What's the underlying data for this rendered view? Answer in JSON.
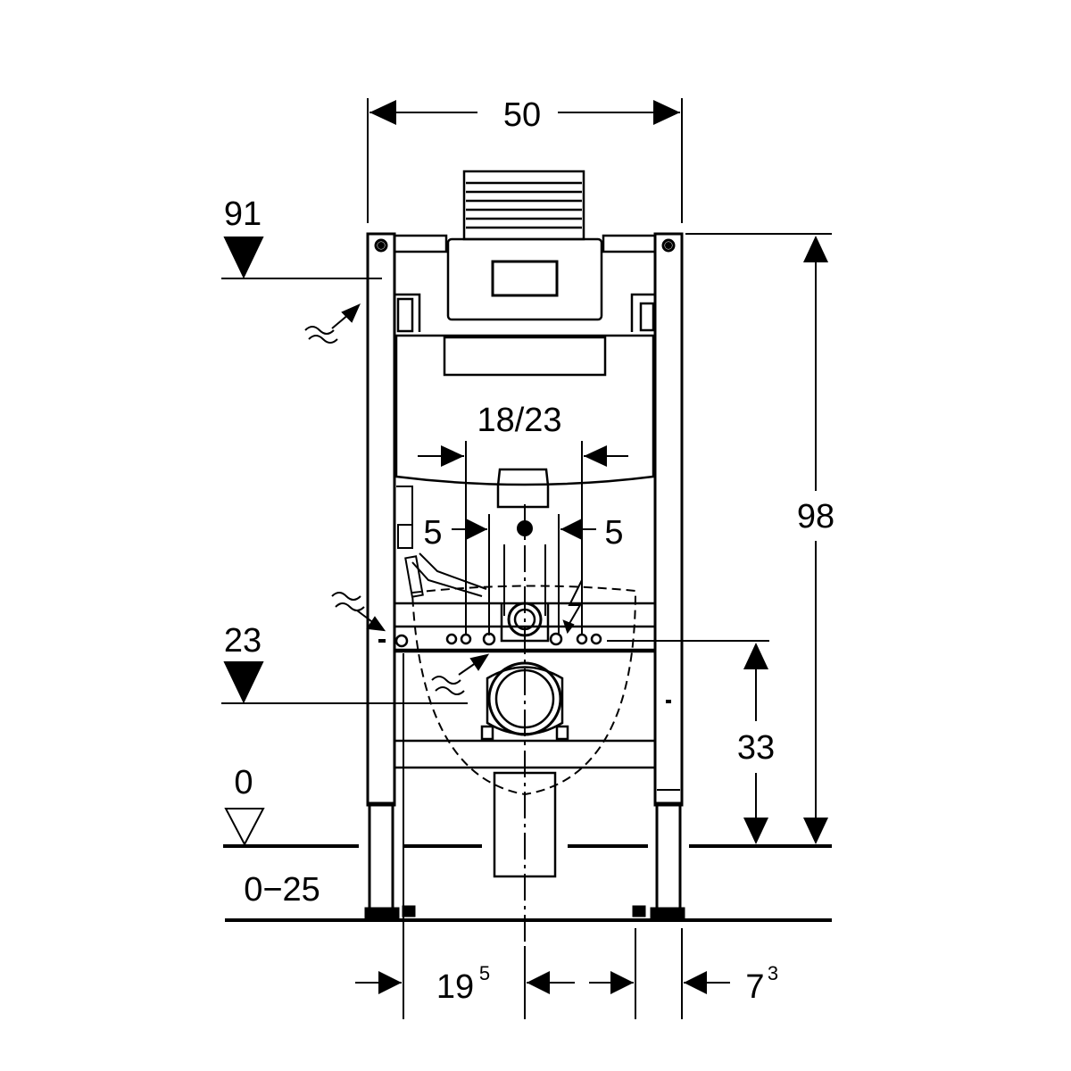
{
  "dimensions": {
    "width_total": "50",
    "height_total": "98",
    "top_level": "91",
    "mid_level": "23",
    "floor_level": "0",
    "adjust_range": "0−25",
    "flush_pipe_spacing": "18/23",
    "offset_left": "5",
    "offset_right": "5",
    "height_outlet": "33",
    "left_offset_base": "19",
    "left_offset_sup": "5",
    "right_offset_base": "7",
    "right_offset_sup": "3"
  },
  "colors": {
    "stroke": "#000000",
    "background": "#ffffff"
  }
}
